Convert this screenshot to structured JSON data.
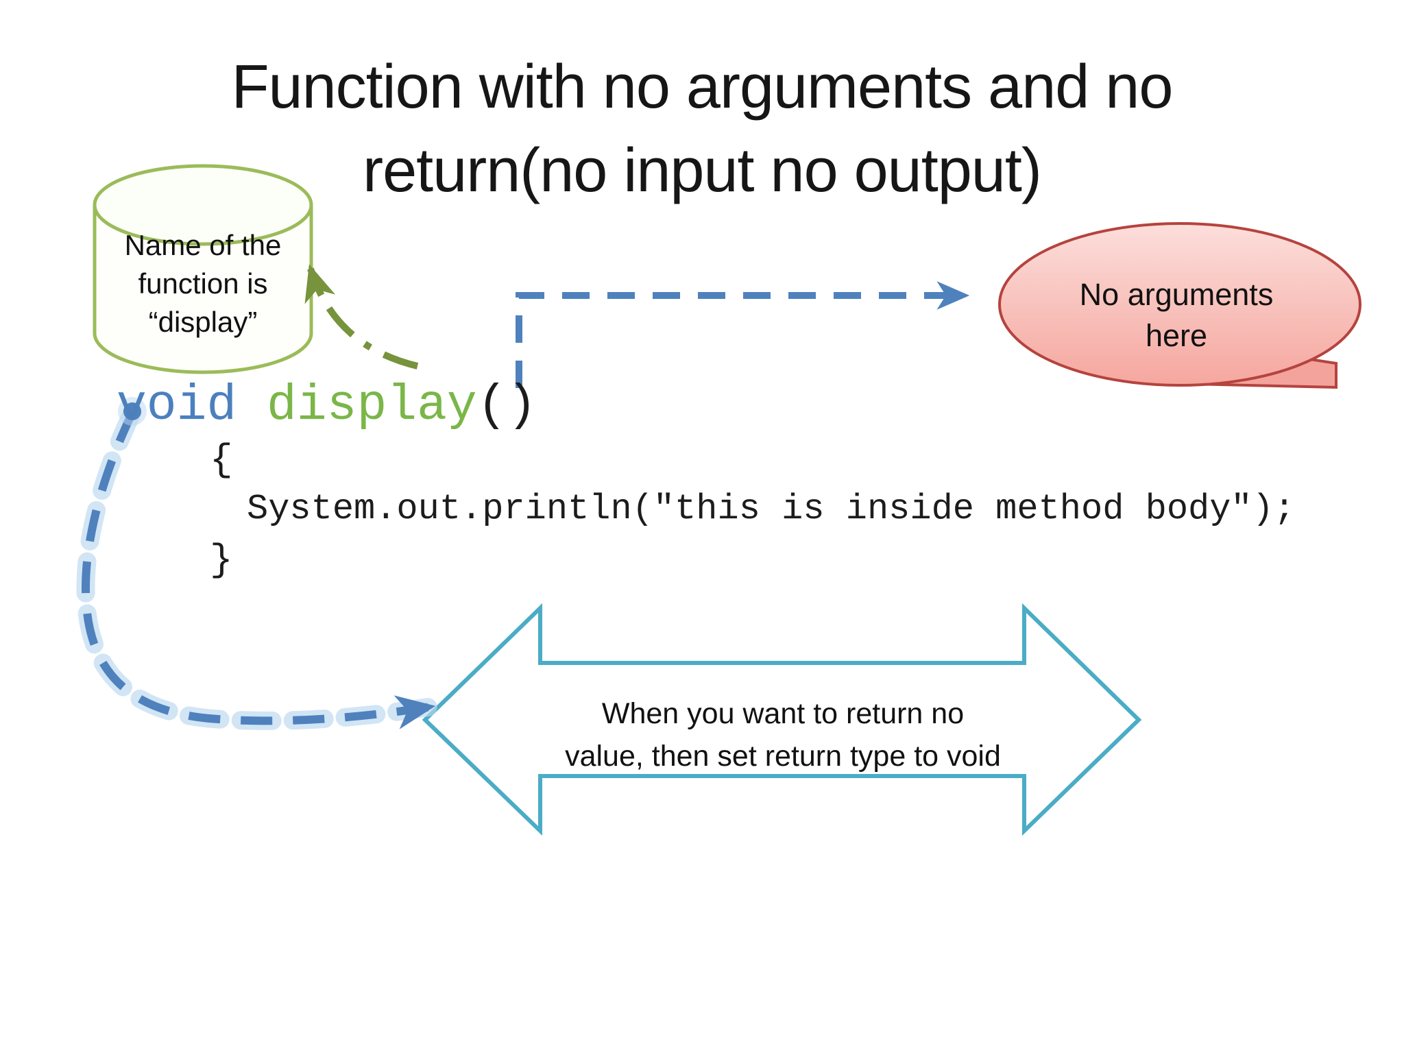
{
  "slide": {
    "title": {
      "line1": "Function with no arguments and no",
      "line2": "return(no input no output)"
    },
    "cylinder_label": {
      "line1": "Name of the",
      "line2": "function is",
      "line3": "“display”"
    },
    "callout_label": {
      "line1": "No arguments",
      "line2": "here"
    },
    "code": {
      "keyword": "void ",
      "function_name": "display",
      "parens": "()",
      "open_brace": "{",
      "body": "System.out.println(\"this is inside method body\");",
      "close_brace": "}"
    },
    "return_arrow_label": {
      "line1": "When you want to return no",
      "line2": "value, then set return type to void"
    },
    "colors": {
      "accent_blue": "#4f81bd",
      "glow_blue": "#b9d7f0",
      "olive_green": "#9bbb59",
      "dark_olive": "#77933c",
      "teal": "#4bacc6",
      "callout_border": "#b5433e",
      "callout_fill_top": "#fcdedb",
      "callout_fill_bottom": "#f5a79f",
      "code_keyword_blue": "#4b80bd",
      "code_name_green": "#7ab648",
      "text_black": "#151515"
    }
  }
}
